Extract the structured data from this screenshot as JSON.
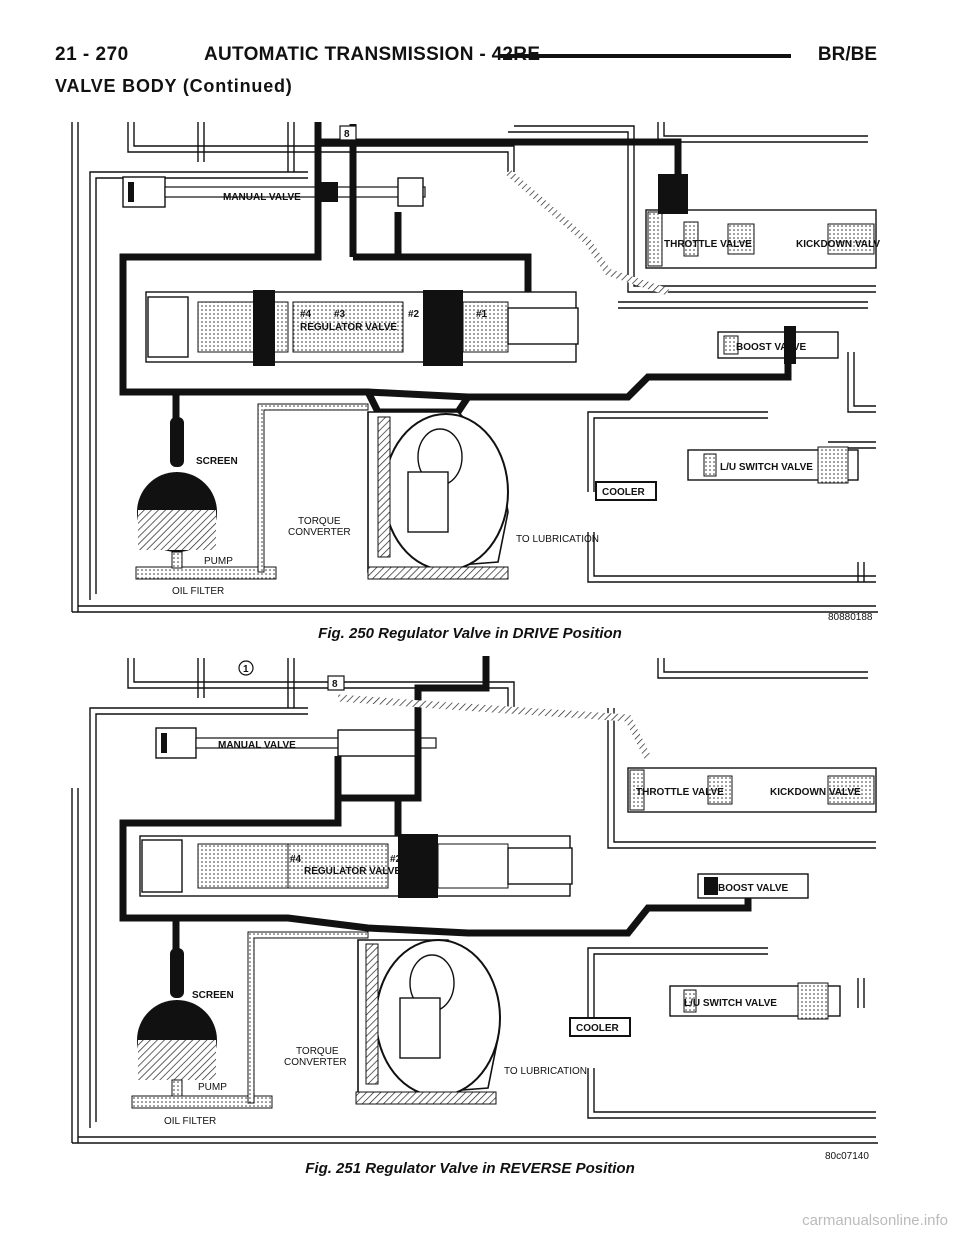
{
  "header": {
    "page_number": "21 - 270",
    "title": "AUTOMATIC TRANSMISSION - 42RE",
    "model": "BR/BE"
  },
  "section_title": "VALVE BODY (Continued)",
  "figure1": {
    "caption": "Fig. 250 Regulator Valve in DRIVE Position",
    "figure_id": "80880188",
    "labels": {
      "manual_valve": "MANUAL VALVE",
      "throttle_valve": "THROTTLE VALVE",
      "kickdown_valve": "KICKDOWN VALV",
      "regulator_valve": "REGULATOR VALVE",
      "land4": "#4",
      "land3": "#3",
      "land2": "#2",
      "land1": "#1",
      "boost_valve": "BOOST VALVE",
      "screen": "SCREEN",
      "lu_switch_valve": "L/U SWITCH VALVE",
      "cooler": "COOLER",
      "torque_converter_1": "TORQUE",
      "torque_converter_2": "CONVERTER",
      "to_lubrication": "TO LUBRICATION",
      "pump": "PUMP",
      "oil_filter": "OIL FILTER",
      "check_ball": "8"
    }
  },
  "figure2": {
    "caption": "Fig. 251 Regulator Valve in REVERSE Position",
    "figure_id": "80c07140",
    "labels": {
      "manual_valve": "MANUAL VALVE",
      "throttle_valve": "THROTTLE VALVE",
      "kickdown_valve": "KICKDOWN VALVE",
      "regulator_valve": "REGULATOR VALVE",
      "land4": "#4",
      "land2": "#2",
      "boost_valve": "BOOST VALVE",
      "screen": "SCREEN",
      "lu_switch_valve": "L/U SWITCH VALVE",
      "cooler": "COOLER",
      "torque_converter_1": "TORQUE",
      "torque_converter_2": "CONVERTER",
      "to_lubrication": "TO LUBRICATION",
      "pump": "PUMP",
      "oil_filter": "OIL FILTER",
      "check_ball_1": "1",
      "check_ball_8": "8"
    }
  },
  "watermark": "carmanualsonline.info"
}
